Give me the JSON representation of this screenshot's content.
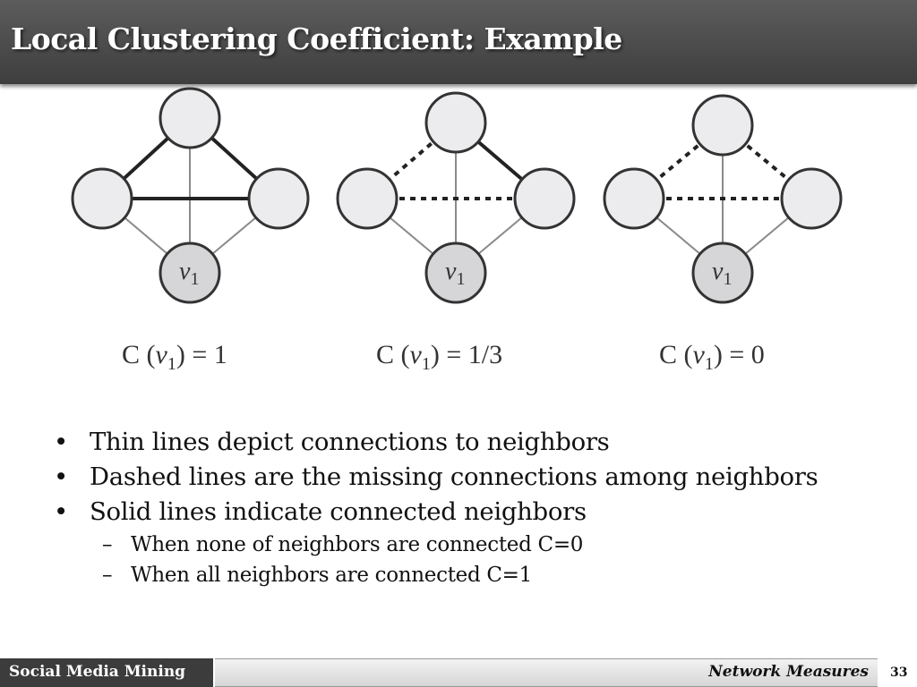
{
  "title": "Local Clustering Coefficient: Example",
  "figure": {
    "node_label": "v",
    "node_subscript": "1",
    "formulas": [
      {
        "prefix": "C (",
        "var": "v",
        "sub": "1",
        "suffix": ") = 1"
      },
      {
        "prefix": "C (",
        "var": "v",
        "sub": "1",
        "suffix": ") = 1/3"
      },
      {
        "prefix": "C (",
        "var": "v",
        "sub": "1",
        "suffix": ") = 0"
      }
    ]
  },
  "bullets": [
    {
      "text": "Thin lines depict connections to neighbors"
    },
    {
      "text": "Dashed lines are the missing connections among neighbors"
    },
    {
      "text": "Solid lines indicate connected neighbors"
    }
  ],
  "sub_bullets": [
    {
      "text": "When none of neighbors are connected C=0"
    },
    {
      "text": "When all neighbors are connected C=1"
    }
  ],
  "footer": {
    "left": "Social Media Mining",
    "right": "Network Measures",
    "page": "33"
  },
  "colors": {
    "title_bar": "#4a4a4a",
    "node_fill": "#ececee",
    "center_node_fill": "#d6d6d8",
    "edge_thin": "#8a8a8a",
    "edge_solid": "#222222"
  }
}
